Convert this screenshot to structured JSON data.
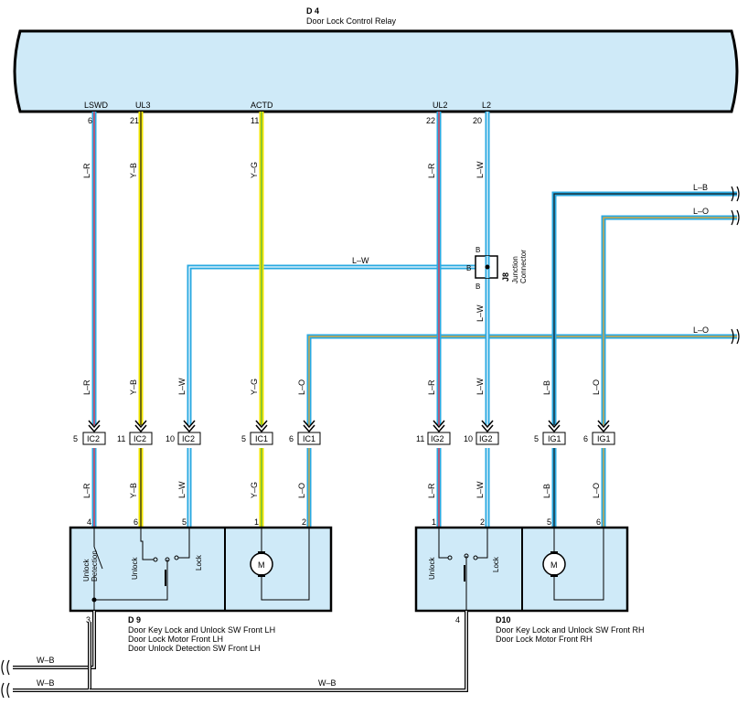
{
  "relay": {
    "id": "D 4",
    "name": "Door Lock Control Relay"
  },
  "colors": {
    "L": "#29a9e1",
    "R": "#e0405a",
    "B": "#1a1a1a",
    "Y": "#f2e600",
    "G": "#4caf50",
    "O": "#f5a623",
    "W": "#ffffff",
    "box_fill": "#cfeaf8"
  },
  "relay_pins": [
    {
      "name": "LSWD",
      "num": "6",
      "wire": "L–R"
    },
    {
      "name": "UL3",
      "num": "21",
      "wire": "Y–B"
    },
    {
      "name": "ACTD",
      "num": "11",
      "wire": "Y–G"
    },
    {
      "name": "UL2",
      "num": "22",
      "wire": "L–R"
    },
    {
      "name": "L2",
      "num": "20",
      "wire": "L–W"
    }
  ],
  "junction": {
    "id": "J8",
    "name": "Junction Connector",
    "pin": "B",
    "wire": "L–W",
    "wire_below": "L–W"
  },
  "right_wires": [
    "L–B",
    "L–O",
    "L–O"
  ],
  "connectors": [
    {
      "pin": "5",
      "label": "IC2",
      "wire": "L–R"
    },
    {
      "pin": "11",
      "label": "IC2",
      "wire": "Y–B"
    },
    {
      "pin": "10",
      "label": "IC2",
      "wire": "L–W"
    },
    {
      "pin": "5",
      "label": "IC1",
      "wire": "Y–G"
    },
    {
      "pin": "6",
      "label": "IC1",
      "wire": "L–O"
    },
    {
      "pin": "11",
      "label": "IG2",
      "wire": "L–R"
    },
    {
      "pin": "10",
      "label": "IG2",
      "wire": "L–W"
    },
    {
      "pin": "5",
      "label": "IG1",
      "wire": "L–B"
    },
    {
      "pin": "6",
      "label": "IG1",
      "wire": "L–O"
    }
  ],
  "connector_wires_above": [
    "L–R",
    "Y–B",
    "L–W",
    "Y–G",
    "L–O",
    "L–R",
    "L–W",
    "L–B",
    "L–O"
  ],
  "d9": {
    "id": "D 9",
    "pins": [
      "4",
      "6",
      "5",
      "1",
      "2"
    ],
    "ground_pin": "3",
    "sw_unlock_detection": "Unlock Detection",
    "sw_unlock": "Unlock",
    "sw_lock": "Lock",
    "motor": "M",
    "desc": [
      "Door Key Lock and Unlock SW Front LH",
      "Door Lock Motor Front LH",
      "Door Unlock Detection SW Front LH"
    ]
  },
  "d10": {
    "id": "D10",
    "pins": [
      "1",
      "2",
      "5",
      "6"
    ],
    "ground_pin": "4",
    "sw_unlock": "Unlock",
    "sw_lock": "Lock",
    "motor": "M",
    "desc": [
      "Door Key Lock and Unlock SW Front RH",
      "Door Lock Motor Front RH"
    ]
  },
  "ground_wires": [
    "W–B",
    "W–B",
    "W–B"
  ]
}
